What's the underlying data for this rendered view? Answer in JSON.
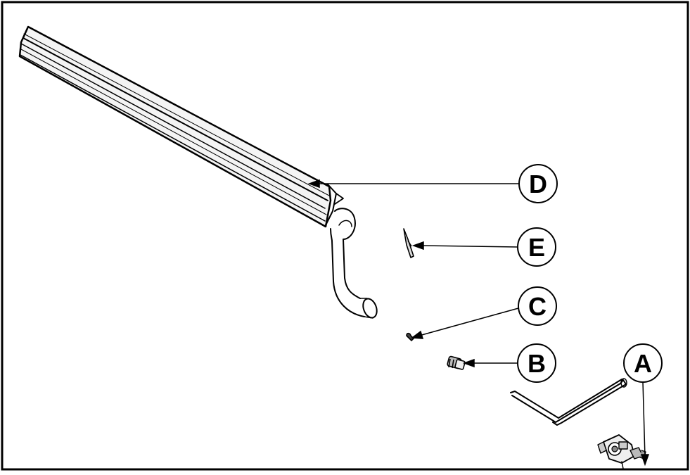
{
  "diagram": {
    "callouts": [
      {
        "id": "A",
        "label": "A"
      },
      {
        "id": "B",
        "label": "B"
      },
      {
        "id": "C",
        "label": "C"
      },
      {
        "id": "D",
        "label": "D"
      },
      {
        "id": "E",
        "label": "E"
      }
    ],
    "parts": [
      {
        "id": "D",
        "icon": "gutter-trough-icon"
      },
      {
        "id": "E",
        "icon": "bracket-icon"
      },
      {
        "id": "C",
        "icon": "hook-icon"
      },
      {
        "id": "B",
        "icon": "fitting-icon"
      },
      {
        "id": "A",
        "icon": "valve-icon"
      }
    ],
    "colors": {
      "line": "#000000",
      "background": "#ffffff",
      "shade": "#e6e6e6"
    }
  }
}
